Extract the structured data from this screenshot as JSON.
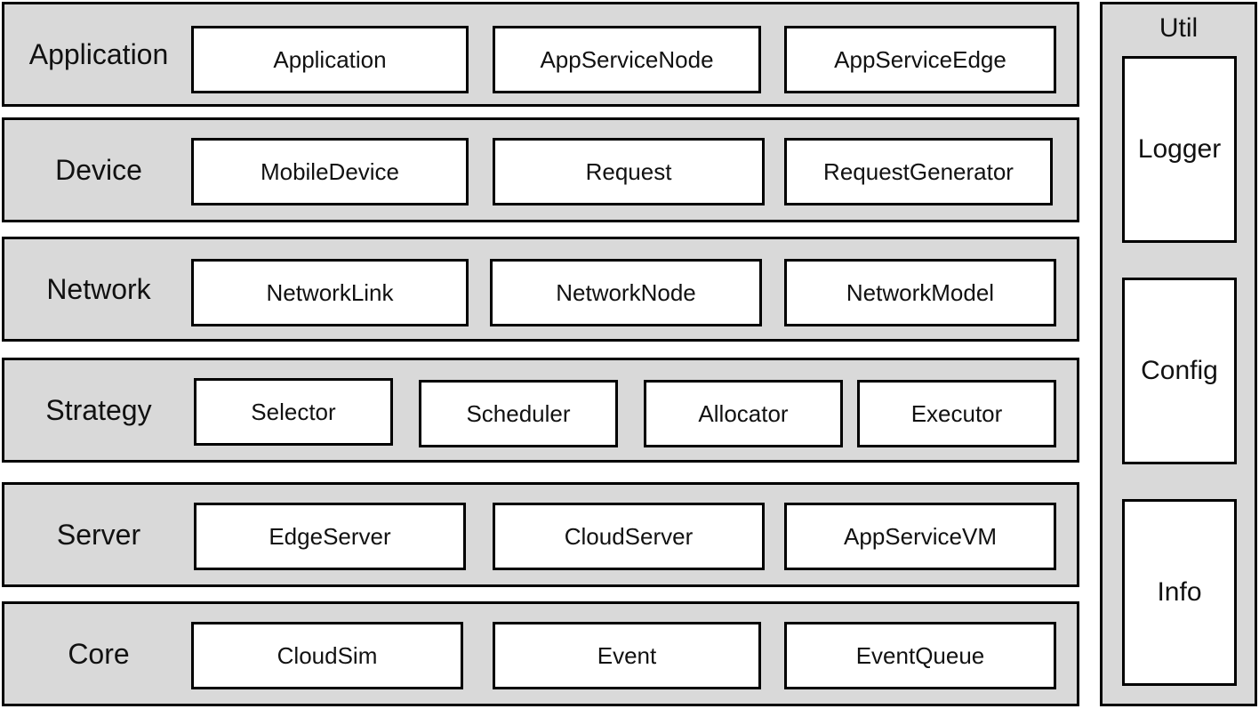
{
  "layers": [
    {
      "label": "Application",
      "modules": [
        "Application",
        "AppServiceNode",
        "AppServiceEdge"
      ]
    },
    {
      "label": "Device",
      "modules": [
        "MobileDevice",
        "Request",
        "RequestGenerator"
      ]
    },
    {
      "label": "Network",
      "modules": [
        "NetworkLink",
        "NetworkNode",
        "NetworkModel"
      ]
    },
    {
      "label": "Strategy",
      "modules": [
        "Selector",
        "Scheduler",
        "Allocator",
        "Executor"
      ]
    },
    {
      "label": "Server",
      "modules": [
        "EdgeServer",
        "CloudServer",
        "AppServiceVM"
      ]
    },
    {
      "label": "Core",
      "modules": [
        "CloudSim",
        "Event",
        "EventQueue"
      ]
    }
  ],
  "util": {
    "title": "Util",
    "modules": [
      "Logger",
      "Config",
      "Info"
    ]
  }
}
